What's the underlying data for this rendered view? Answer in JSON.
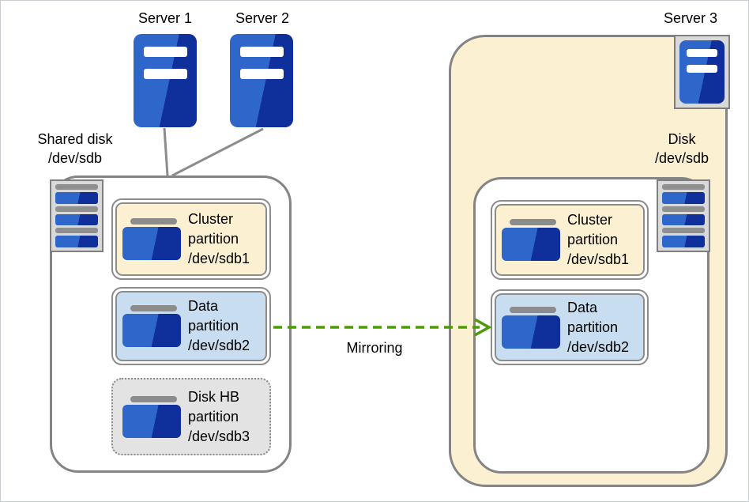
{
  "servers": {
    "server1": "Server 1",
    "server2": "Server 2",
    "server3": "Server 3"
  },
  "left_disk_label": {
    "line1": "Shared disk",
    "line2": "/dev/sdb"
  },
  "right_disk_label": {
    "line1": "Disk",
    "line2": "/dev/sdb"
  },
  "mirroring_label": "Mirroring",
  "left_panel": {
    "partitions": [
      {
        "line1": "Cluster",
        "line2": "partition",
        "line3": "/dev/sdb1",
        "fill": "#FBF0D2",
        "border": "solid"
      },
      {
        "line1": "Data",
        "line2": "partition",
        "line3": "/dev/sdb2",
        "fill": "#C9DDF0",
        "border": "solid"
      },
      {
        "line1": "Disk HB",
        "line2": "partition",
        "line3": "/dev/sdb3",
        "fill": "#E3E3E3",
        "border": "dotted"
      }
    ]
  },
  "right_panel": {
    "partitions": [
      {
        "line1": "Cluster",
        "line2": "partition",
        "line3": "/dev/sdb1",
        "fill": "#FBF0D2",
        "border": "solid"
      },
      {
        "line1": "Data",
        "line2": "partition",
        "line3": "/dev/sdb2",
        "fill": "#C9DDF0",
        "border": "solid"
      }
    ]
  },
  "colors": {
    "server_blue_light": "#2F66C9",
    "server_blue_dark": "#0F2F9B",
    "cluster_partition_fill": "#FBF0D2",
    "data_partition_fill": "#C9DDF0",
    "hb_partition_fill": "#E3E3E3",
    "mirroring_arrow_green": "#4E9A06",
    "container_border_gray": "#848484"
  }
}
